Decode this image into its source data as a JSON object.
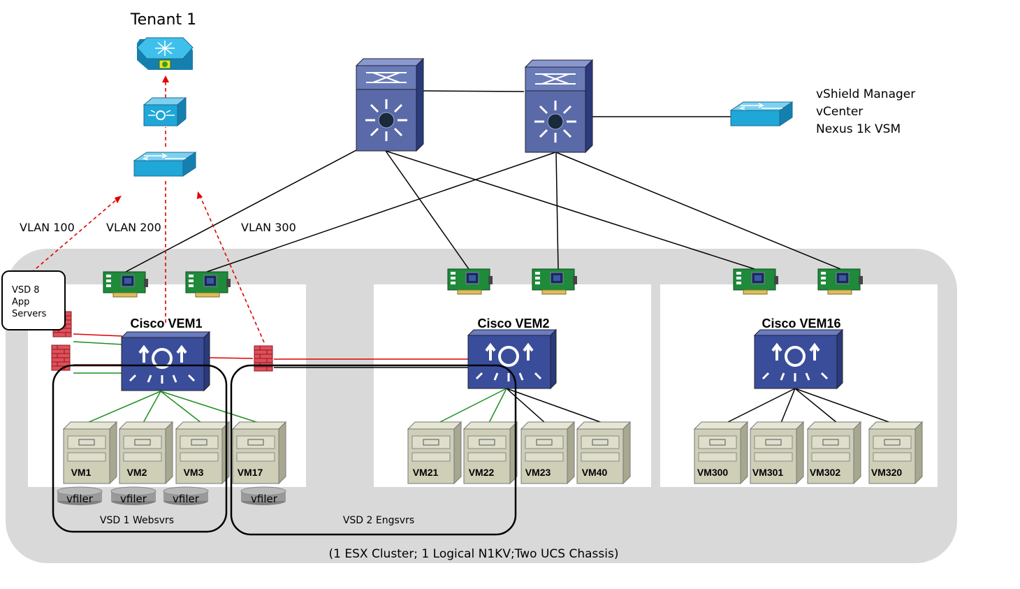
{
  "tenant": {
    "title": "Tenant 1"
  },
  "management": {
    "lines": [
      "vShield Manager",
      "vCenter",
      "Nexus 1k VSM"
    ]
  },
  "vlans": [
    "VLAN 100",
    "VLAN 200",
    "VLAN 300"
  ],
  "vsd8": {
    "lines": [
      "VSD 8",
      "App",
      "Servers"
    ]
  },
  "vems": [
    {
      "label": "Cisco VEM1"
    },
    {
      "label": "Cisco VEM2"
    },
    {
      "label": "Cisco VEM16"
    }
  ],
  "vms": [
    "VM1",
    "VM2",
    "VM3",
    "VM17",
    "VM21",
    "VM22",
    "VM23",
    "VM40",
    "VM300",
    "VM301",
    "VM302",
    "VM320"
  ],
  "vfiler_label": "vfiler",
  "vsd_groups": [
    "VSD 1 Websvrs",
    "VSD 2 Engsvrs"
  ],
  "cluster_caption": "(1 ESX Cluster; 1 Logical N1KV;Two UCS Chassis)",
  "colors": {
    "cluster_bg": "#d9d9d9",
    "switch_blue": "#1fa7d8",
    "core_blue": "#5a6aa8",
    "vem_blue": "#3a4d9a",
    "firewall_red": "#e0505a",
    "nic_green": "#1e8a3a",
    "vm_tan": "#cfcfb8",
    "vfiler_gray": "#9a9a9a",
    "red_link": "#e00000",
    "green_link": "#1f8f1f"
  }
}
